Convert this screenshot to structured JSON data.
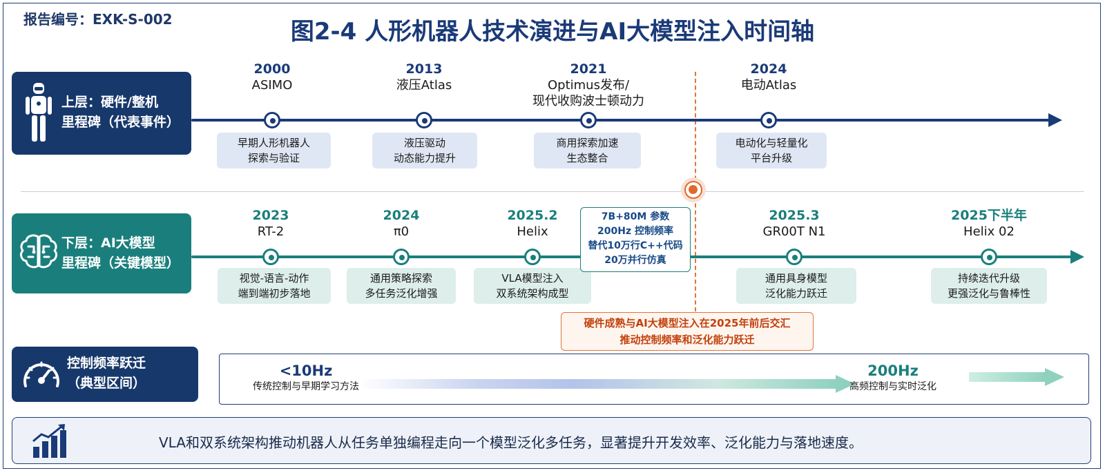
{
  "report_no": "报告编号：EXK-S-002",
  "title": "图2-4 人形机器人技术演进与AI大模型注入时间轴",
  "upper": {
    "label_line1": "上层：硬件/整机",
    "label_line2": "里程碑（代表事件）",
    "icon": "humanoid-robot-icon",
    "milestones": [
      {
        "year": "2000",
        "name_line1": "ASIMO",
        "name_line2": "",
        "desc_line1": "早期人形机器人",
        "desc_line2": "探索与验证"
      },
      {
        "year": "2013",
        "name_line1": "液压Atlas",
        "name_line2": "",
        "desc_line1": "液压驱动",
        "desc_line2": "动态能力提升"
      },
      {
        "year": "2021",
        "name_line1": "Optimus发布/",
        "name_line2": "现代收购波士顿动力",
        "desc_line1": "商用探索加速",
        "desc_line2": "生态整合"
      },
      {
        "year": "2024",
        "name_line1": "电动Atlas",
        "name_line2": "",
        "desc_line1": "电动化与轻量化",
        "desc_line2": "平台升级"
      }
    ]
  },
  "lower": {
    "label_line1": "下层：AI大模型",
    "label_line2": "里程碑（关键模型）",
    "icon": "brain-icon",
    "milestones": [
      {
        "year": "2023",
        "name": "RT-2",
        "desc_line1": "视觉-语言-动作",
        "desc_line2": "端到端初步落地"
      },
      {
        "year": "2024",
        "name": "π0",
        "desc_line1": "通用策略探索",
        "desc_line2": "多任务泛化增强"
      },
      {
        "year": "2025.2",
        "name": "Helix",
        "desc_line1": "VLA模型注入",
        "desc_line2": "双系统架构成型"
      },
      {
        "year": "2025.3",
        "name": "GR00T N1",
        "desc_line1": "通用具身模型",
        "desc_line2": "泛化能力跃迁"
      },
      {
        "year": "2025下半年",
        "name": "Helix 02",
        "desc_line1": "持续迭代升级",
        "desc_line2": "更强泛化与鲁棒性"
      }
    ],
    "helix_callout": [
      "7B+80M 参数",
      "200Hz 控制频率",
      "替代10万行C++代码",
      "20万并行仿真"
    ]
  },
  "convergence_note": {
    "line1": "硬件成熟与AI大模型注入在2025年前后交汇",
    "line2": "推动控制频率和泛化能力跃迁"
  },
  "frequency": {
    "label_line1": "控制频率跃迁",
    "label_line2": "（典型区间）",
    "icon": "speedometer-icon",
    "low_hz": "<10Hz",
    "low_desc": "传统控制与早期学习方法",
    "high_hz": "200Hz",
    "high_desc": "高频控制与实时泛化"
  },
  "summary": {
    "icon": "growth-chart-icon",
    "text": "VLA和双系统架构推动机器人从任务单独编程走向一个模型泛化多任务，显著提升开发效率、泛化能力与落地速度。"
  },
  "colors": {
    "navy": "#1a3a78",
    "teal": "#1a7f7c",
    "orange": "#e0743a"
  }
}
